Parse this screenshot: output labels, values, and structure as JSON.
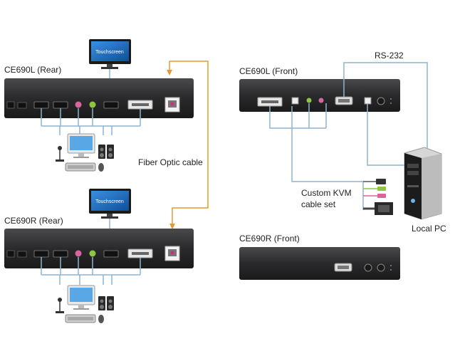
{
  "labels": {
    "rear_l": "CE690L (Rear)",
    "rear_r": "CE690R (Rear)",
    "front_l": "CE690L (Front)",
    "front_r": "CE690R (Front)",
    "fiber": "Fiber Optic cable",
    "rs232": "RS-232",
    "kvm_line1": "Custom KVM",
    "kvm_line2": "cable set",
    "local_pc": "Local PC",
    "touch_top": "Touchscreen",
    "touch_bottom": "Touchscreen"
  },
  "colors": {
    "device": "#2c2c2e",
    "cable": "#8fb4cf",
    "fiber": "#e69a2e",
    "monitor": "#1f5fa8"
  }
}
